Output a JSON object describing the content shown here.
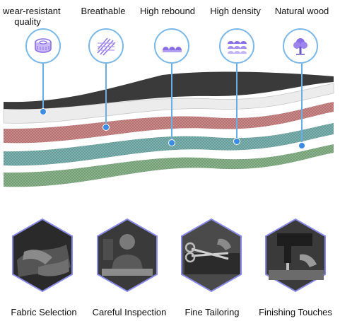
{
  "features": [
    {
      "label_lines": [
        "wear-resistant",
        "quality"
      ],
      "icon": "wear-resistant-icon"
    },
    {
      "label_lines": [
        "Breathable"
      ],
      "icon": "mesh-icon"
    },
    {
      "label_lines": [
        "High rebound"
      ],
      "icon": "rebound-icon"
    },
    {
      "label_lines": [
        "High density"
      ],
      "icon": "density-icon"
    },
    {
      "label_lines": [
        "Natural wood"
      ],
      "icon": "tree-icon"
    }
  ],
  "process": [
    {
      "label": "Fabric Selection",
      "icon": "leather-hands-photo"
    },
    {
      "label": "Careful Inspection",
      "icon": "inspection-photo"
    },
    {
      "label": "Fine Tailoring",
      "icon": "scissors-photo"
    },
    {
      "label": "Finishing Touches",
      "icon": "sewing-machine-photo"
    }
  ],
  "colors": {
    "accent": "#7ab8e8",
    "dot": "#3a8ce6",
    "icon_purple": "#8a6ee8",
    "layer_black": "#3a3a3a",
    "layer_white": "#ececec",
    "layer_red": "#b56b6b",
    "layer_teal": "#5e9a97",
    "layer_green": "#6e9c70"
  }
}
